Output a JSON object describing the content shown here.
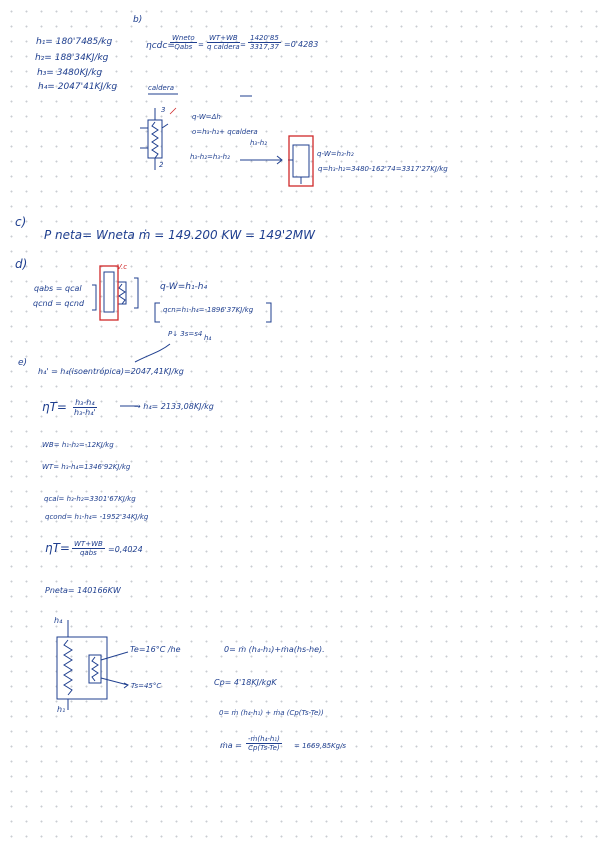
{
  "state_values": {
    "h1": "h₁= 180'7485/kg",
    "h2": "h₂= 188'34KJ/kg",
    "h3": "h₃= 3480KJ/kg",
    "h4": "h₄= 2047'41KJ/kg"
  },
  "part_b": {
    "label": "b)",
    "eta_lhs": "ηcdc=",
    "frac1_num": "Wneto",
    "frac1_den": "Qabs",
    "frac2_num": "WT+WB",
    "frac2_den": "q caldera",
    "frac3_num": "1420'85",
    "frac3_den": "3317,37",
    "result": "=0'4283",
    "caldera_label": "caldera",
    "note1": "q-W=Δh",
    "note2": "o=h₃-h₂+ qcaldera",
    "note3": "h₃-h₂",
    "note4": "h₃-h₂=h₃-h₂",
    "eq1": "q-W=h₃-h₂",
    "eq2": "q=h₃-h₂=3480-162'74=3317'27KJ/kg",
    "node3": "3",
    "node2": "2"
  },
  "part_c": {
    "label": "c)",
    "text": "P neta= Wneta ṁ = 149.200 KW = 149'2MW"
  },
  "part_d": {
    "label": "d)",
    "vc": "V.c",
    "lines": [
      "qabs = qcal",
      "qcnd = qcnd"
    ],
    "eq1": "q-W=h₁-h₄",
    "eq2": "qcn=h₁-h₄=-1896'37KJ/kg",
    "p_note": "P↓ 3s=s4",
    "h4_tag": "h₄"
  },
  "part_e": {
    "label": "e)",
    "line1": "h₄' = h₄(isoentrópica)=2047,41KJ/kg",
    "eta_t": "ηT=",
    "frac_num": "h₃-h₄",
    "frac_den": "h₃-h₄'",
    "eta_result": "→ h₄= 2133,08KJ/kg",
    "wb": "WB= h₁-h₂=-12KJ/kg",
    "wt": "WT= h₃-h₄=1346'92KJ/kg",
    "qcal": "qcal= h₃-h₂=3301'67KJ/kg",
    "qcond": "qcond= h₁-h₄= -1952'34KJ/kg",
    "eta2_lhs": "ηT=",
    "eta2_num": "WT+WB",
    "eta2_den": "qabs",
    "eta2_result": "=0,4024",
    "pneta": "Pneta= 140166KW"
  },
  "condenser": {
    "h4_top": "h₄",
    "h1_bottom": "h₁",
    "te": "Te=16°C /he",
    "ts": "Ts=45°C",
    "eq_energy": "0= ṁ (h₄-h₁)+ṁa(hs-he).",
    "cp": "Cp= 4'18KJ/kgK",
    "eq_energy2": "0= ṁ (h₄-h₁) + ṁa (Cp(Ts-Te))",
    "ma_lhs": "ṁa =",
    "ma_num": "-ṁ(h₄-h₁)",
    "ma_den": "Cp(Ts-Te)",
    "ma_result": "= 1669,85Kg/s"
  },
  "colors": {
    "ink": "#1f3f8f",
    "red_box": "#d0282a",
    "grid_dot": "#c9ccd2"
  }
}
